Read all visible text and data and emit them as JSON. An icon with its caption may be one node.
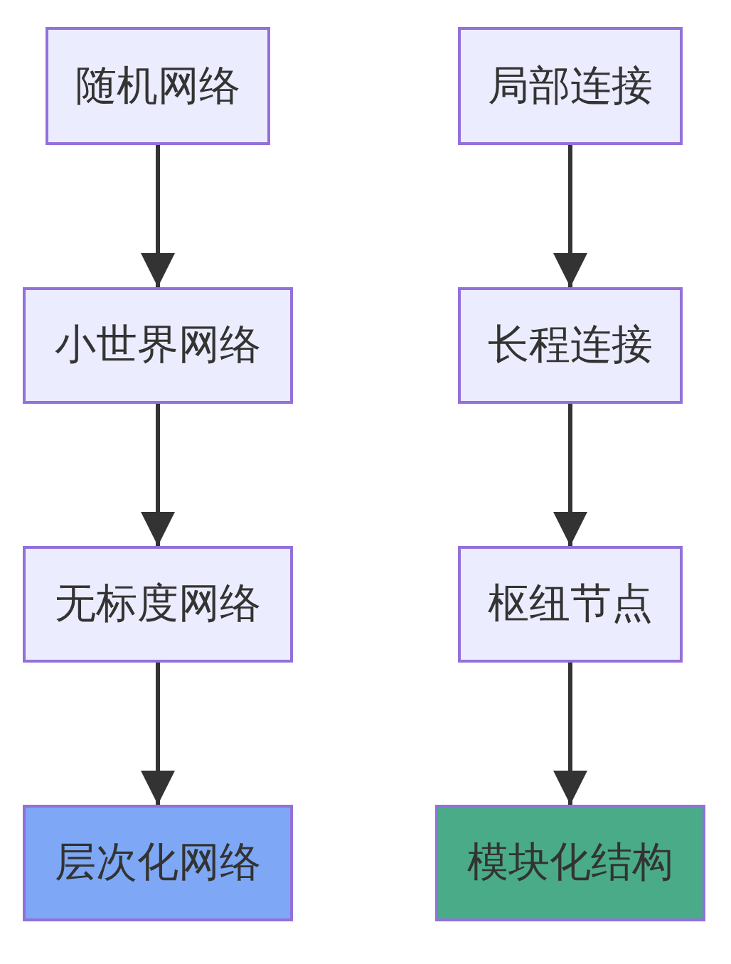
{
  "diagram": {
    "nodes": [
      {
        "text": [
          "随机网络"
        ]
      },
      {
        "text": [
          "小世界网络"
        ]
      },
      {
        "text": [
          "无标度网络"
        ]
      },
      {
        "text": [
          "层次化网络"
        ]
      },
      {
        "text": [
          "局部连接"
        ]
      },
      {
        "text": [
          "长程连接"
        ]
      },
      {
        "text": [
          "枢纽节点"
        ]
      },
      {
        "text": [
          "模块化结构"
        ]
      }
    ],
    "edges": [
      {
        "from": 0,
        "to": 1,
        "arrow": "to"
      },
      {
        "from": 1,
        "to": 2,
        "arrow": "to"
      },
      {
        "from": 2,
        "to": 3,
        "arrow": "to"
      },
      {
        "from": 4,
        "to": 5,
        "arrow": "to"
      },
      {
        "from": 5,
        "to": 6,
        "arrow": "to"
      },
      {
        "from": 6,
        "to": 7,
        "arrow": "to"
      }
    ]
  }
}
